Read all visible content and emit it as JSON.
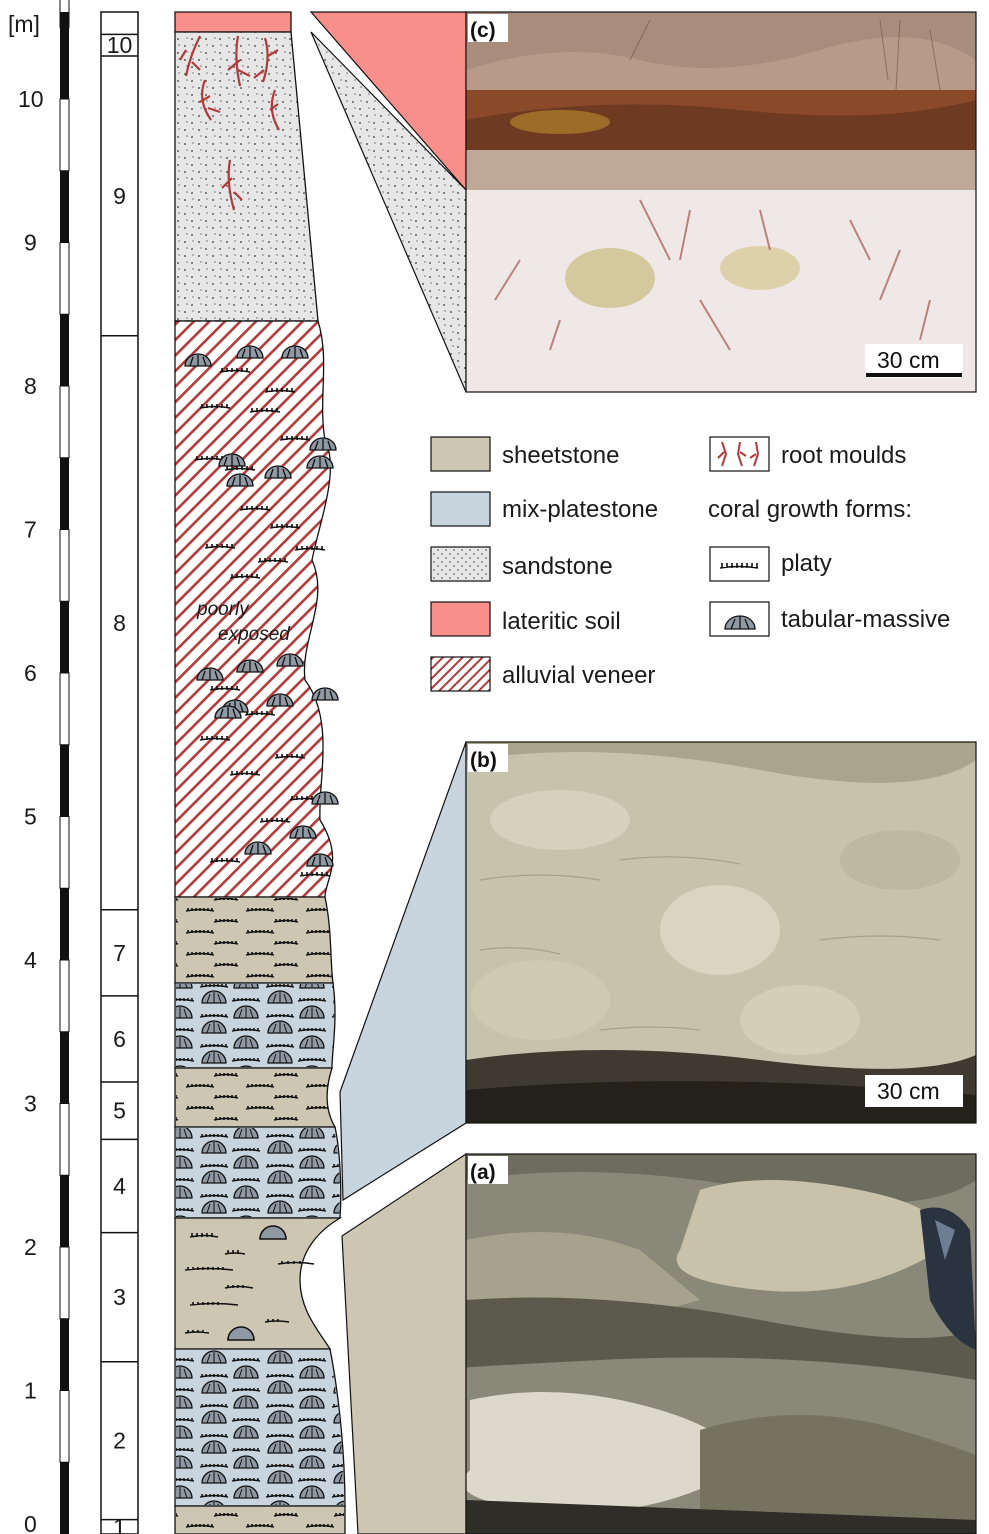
{
  "scale": {
    "unit_label": "[m]",
    "tick_labels": [
      "0",
      "1",
      "2",
      "3",
      "4",
      "5",
      "6",
      "7",
      "8",
      "9",
      "10"
    ]
  },
  "units": [
    {
      "id": "1",
      "bottom_m": 0.0,
      "top_m": 0.1,
      "lithology": "sheetstone"
    },
    {
      "id": "2",
      "bottom_m": 0.1,
      "top_m": 1.2,
      "lithology": "mix-platestone"
    },
    {
      "id": "3",
      "bottom_m": 1.2,
      "top_m": 2.1,
      "lithology": "sheetstone"
    },
    {
      "id": "4",
      "bottom_m": 2.1,
      "top_m": 2.75,
      "lithology": "mix-platestone"
    },
    {
      "id": "5",
      "bottom_m": 2.75,
      "top_m": 3.15,
      "lithology": "sheetstone"
    },
    {
      "id": "6",
      "bottom_m": 3.15,
      "top_m": 3.75,
      "lithology": "mix-platestone"
    },
    {
      "id": "7",
      "bottom_m": 3.75,
      "top_m": 4.35,
      "lithology": "sheetstone"
    },
    {
      "id": "8",
      "bottom_m": 4.35,
      "top_m": 8.35,
      "lithology": "alluvial veneer"
    },
    {
      "id": "9",
      "bottom_m": 8.35,
      "top_m": 10.3,
      "lithology": "sandstone"
    },
    {
      "id": "10",
      "bottom_m": 10.3,
      "top_m": 10.45,
      "lithology": "lateritic soil"
    }
  ],
  "annotation": {
    "line1": "poorly",
    "line2": "exposed"
  },
  "legend": {
    "sheetstone": "sheetstone",
    "mix_platestone": "mix-platestone",
    "sandstone": "sandstone",
    "lateritic_soil": "lateritic soil",
    "alluvial_veneer": "alluvial veneer",
    "root_moulds": "root moulds",
    "coral_heading": "coral growth forms:",
    "platy": "platy",
    "tabular_massive": "tabular-massive"
  },
  "photos": {
    "c": {
      "label": "(c)",
      "scale_bar": "30 cm"
    },
    "b": {
      "label": "(b)",
      "scale_bar": "30 cm"
    },
    "a": {
      "label": "(a)"
    }
  },
  "colors": {
    "sheetstone": "#cdc6b2",
    "mix_platestone": "#c8d5de",
    "sandstone": "#e6e6e6",
    "lateritic_soil": "#f88f8a",
    "alluvial_hatch": "#b23a3a",
    "root_moulds": "#b23a3a",
    "coral_massive": "#8e99a3"
  }
}
